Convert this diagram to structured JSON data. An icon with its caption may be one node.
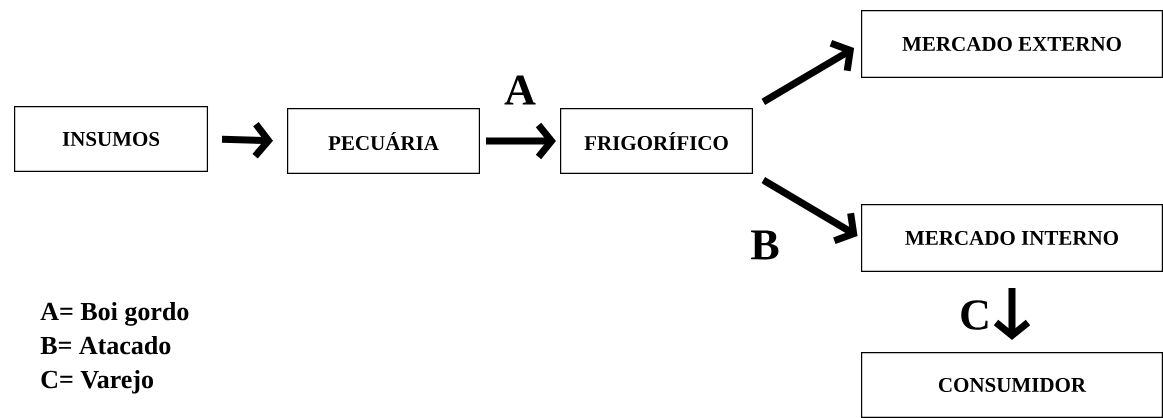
{
  "diagram": {
    "nodes": [
      {
        "text": [
          "INSUMOS"
        ]
      },
      {
        "text": [
          "PECUÁRIA"
        ]
      },
      {
        "text": [
          "FRIGORÍFICO"
        ]
      },
      {
        "text": [
          "MERCADO EXTERNO"
        ]
      },
      {
        "text": [
          "MERCADO INTERNO"
        ]
      },
      {
        "text": [
          "CONSUMIDOR"
        ]
      }
    ],
    "edges": [
      {
        "from": 0,
        "to": 1,
        "arrow": "to"
      },
      {
        "from": 1,
        "to": 2,
        "arrow": "to",
        "label": "A"
      },
      {
        "from": 2,
        "to": 3,
        "arrow": "to"
      },
      {
        "from": 2,
        "to": 4,
        "arrow": "to",
        "label": "B"
      },
      {
        "from": 4,
        "to": 5,
        "arrow": "to",
        "label": "C"
      }
    ],
    "labels": [
      "A= Boi gordo",
      "B= Atacado",
      "C= Varejo"
    ]
  }
}
